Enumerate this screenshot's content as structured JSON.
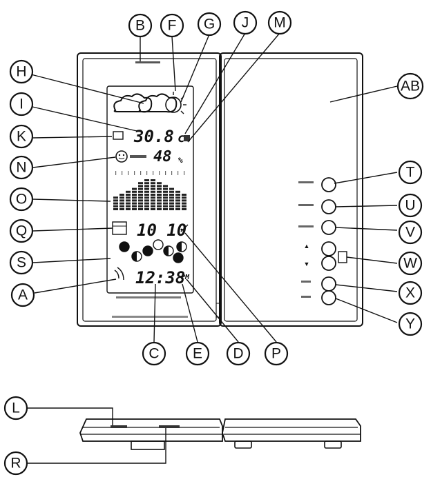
{
  "callouts": {
    "B": "B",
    "F": "F",
    "G": "G",
    "J": "J",
    "M": "M",
    "H": "H",
    "I": "I",
    "K": "K",
    "N": "N",
    "O": "O",
    "Q": "Q",
    "S": "S",
    "A": "A",
    "C": "C",
    "E": "E",
    "D": "D",
    "P": "P",
    "AB": "AB",
    "T": "T",
    "U": "U",
    "V": "V",
    "W": "W",
    "X": "X",
    "Y": "Y",
    "L": "L",
    "R": "R"
  },
  "display": {
    "temperature": "30.8",
    "temp_unit": "c",
    "humidity": "48",
    "humidity_unit": "%",
    "date": "10 10",
    "time": "12:38",
    "time_sec": "PM"
  },
  "buttons": {
    "up_symbol": "▲",
    "down_symbol": "▼"
  },
  "colors": {
    "line": "#111111",
    "background": "#ffffff"
  }
}
